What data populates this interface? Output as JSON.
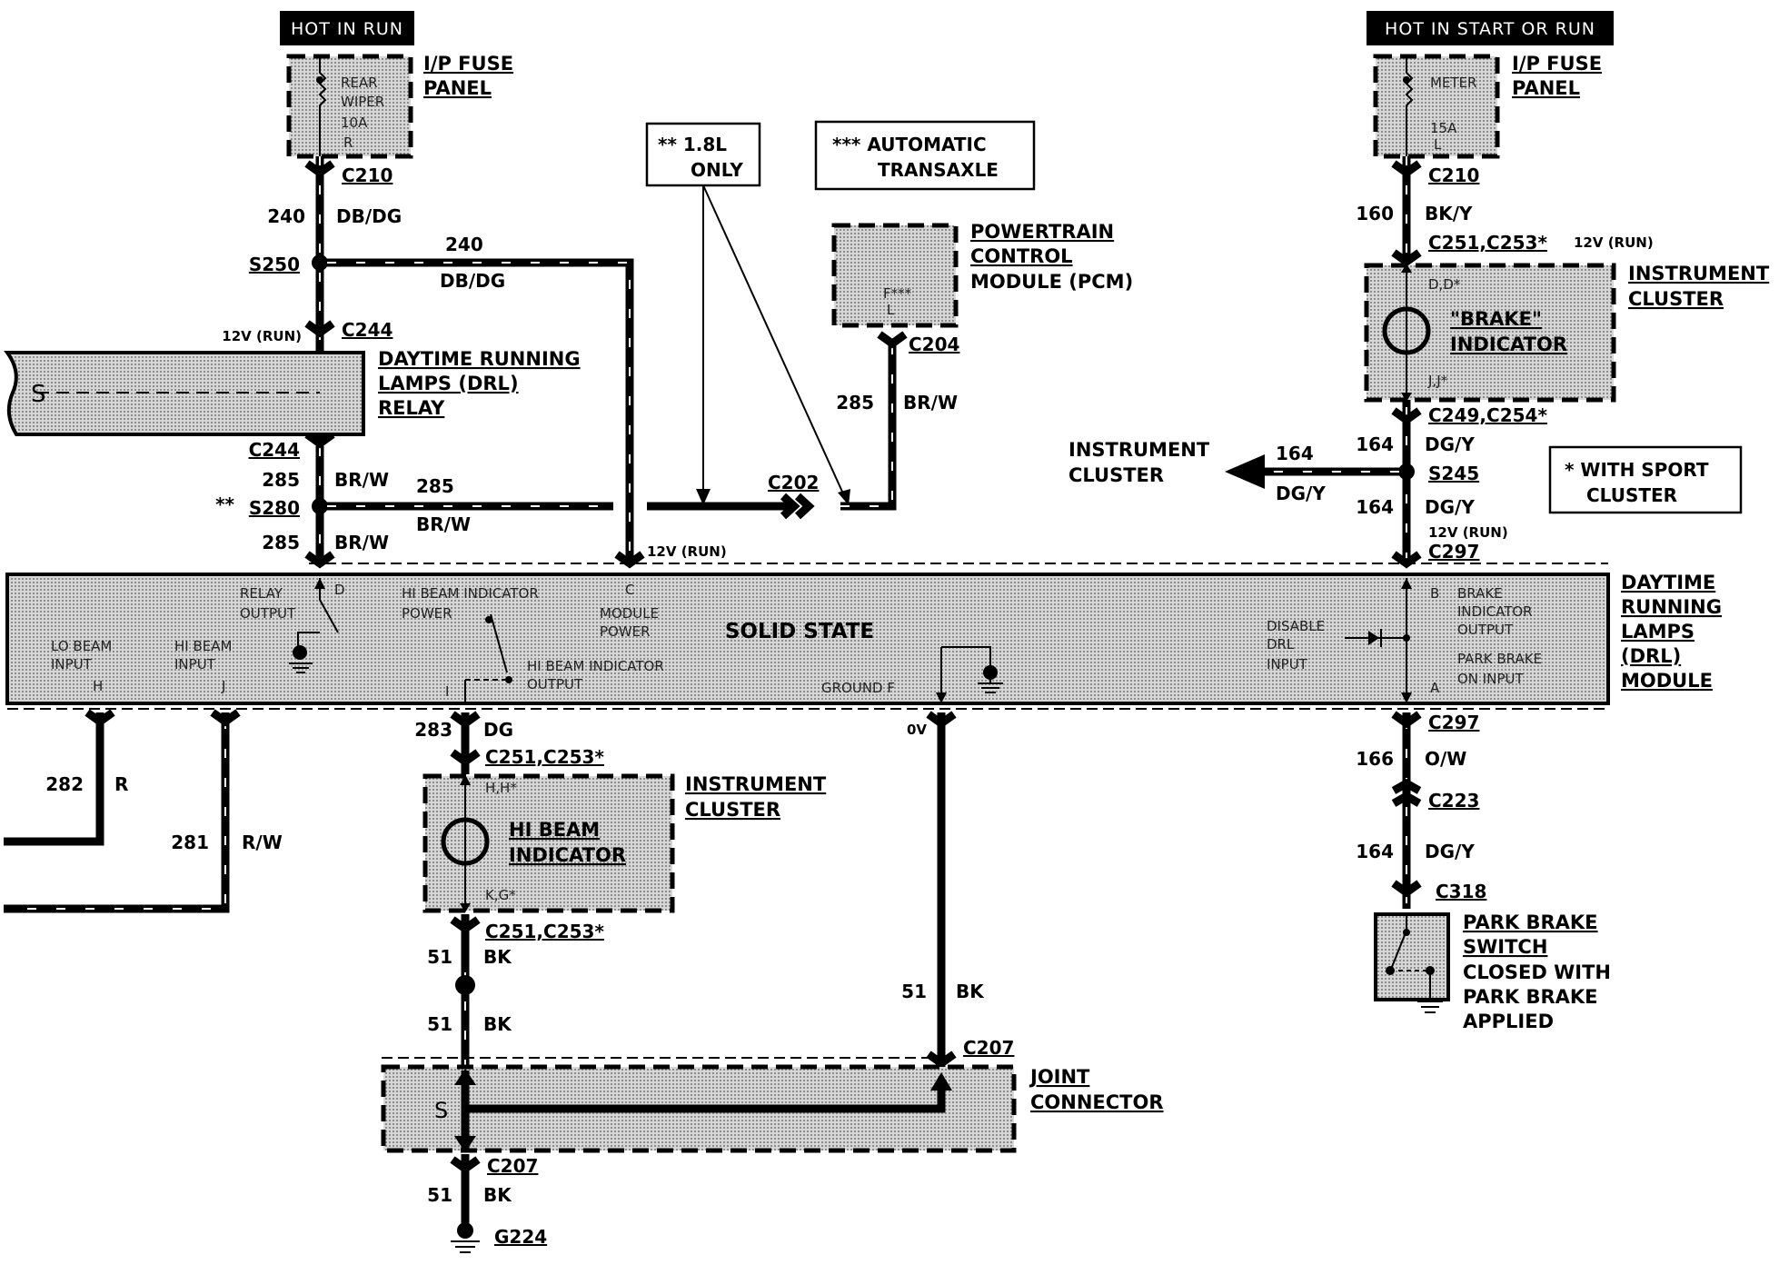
{
  "header": {
    "left_power": "HOT IN RUN",
    "right_power": "HOT IN START OR RUN"
  },
  "notes": {
    "only_18l": [
      "** 1.8L",
      "ONLY"
    ],
    "auto_transaxle": [
      "*** AUTOMATIC",
      "TRANSAXLE"
    ],
    "sport_cluster": [
      "* WITH SPORT",
      "CLUSTER"
    ]
  },
  "components": {
    "ip_fuse_left": [
      "I/P FUSE",
      "PANEL"
    ],
    "fuse_left_text": [
      "REAR",
      "WIPER",
      "10A",
      "R"
    ],
    "ip_fuse_right": [
      "I/P FUSE",
      "PANEL"
    ],
    "fuse_right_text": [
      "METER",
      "15A",
      "L"
    ],
    "pcm": [
      "POWERTRAIN",
      "CONTROL",
      "MODULE (PCM)"
    ],
    "pcm_pin": [
      "F***",
      "L"
    ],
    "drl_relay": [
      "DAYTIME RUNNING",
      "LAMPS (DRL)",
      "RELAY"
    ],
    "inst_cluster_right": [
      "INSTRUMENT",
      "CLUSTER"
    ],
    "brake_indicator": [
      "\"BRAKE\"",
      "INDICATOR"
    ],
    "brake_pins": [
      "D,D*",
      "J,J*"
    ],
    "inst_cluster_arrow": [
      "INSTRUMENT",
      "CLUSTER"
    ],
    "drl_module": [
      "DAYTIME",
      "RUNNING",
      "LAMPS",
      "(DRL)",
      "MODULE"
    ],
    "solid_state": "SOLID STATE",
    "inst_cluster_hibeam": [
      "INSTRUMENT",
      "CLUSTER"
    ],
    "hibeam_indicator": [
      "HI BEAM",
      "INDICATOR"
    ],
    "hibeam_pins": [
      "H,H*",
      "K,G*"
    ],
    "park_brake_switch": [
      "PARK BRAKE",
      "SWITCH",
      "CLOSED WITH",
      "PARK BRAKE",
      "APPLIED"
    ],
    "joint_connector": [
      "JOINT",
      "CONNECTOR"
    ],
    "ground": "G224"
  },
  "module_pins": {
    "relay_output": [
      "RELAY",
      "OUTPUT"
    ],
    "relay_pin": "D",
    "hibeam_ind_power": [
      "HI BEAM INDICATOR",
      "POWER"
    ],
    "module_power": [
      "MODULE",
      "POWER"
    ],
    "module_power_pin": "C",
    "lo_beam": [
      "LO BEAM",
      "INPUT",
      "H"
    ],
    "hi_beam": [
      "HI BEAM",
      "INPUT",
      "J"
    ],
    "hibeam_ind_output": [
      "HI BEAM INDICATOR",
      "OUTPUT"
    ],
    "hibeam_out_pin": "I",
    "ground_f": "GROUND F",
    "disable_drl": [
      "DISABLE",
      "DRL",
      "INPUT"
    ],
    "brake_ind_output": [
      "BRAKE",
      "INDICATOR",
      "OUTPUT"
    ],
    "brake_pin": "B",
    "park_brake_on": [
      "PARK BRAKE",
      "ON INPUT"
    ],
    "park_pin": "A"
  },
  "connectors": {
    "c210_l": "C210",
    "s250": "S250",
    "c244_top": "C244",
    "c244_bot": "C244",
    "s280": "S280",
    "s280_mark": "**",
    "c202": "C202",
    "c204": "C204",
    "c210_r": "C210",
    "c251_r": "C251,C253*",
    "c249": "C249,C254*",
    "s245": "S245",
    "c297_top": "C297",
    "c297_bot": "C297",
    "c223": "C223",
    "c318": "C318",
    "c251_a": "C251,C253*",
    "c251_b": "C251,C253*",
    "c207_top": "C207",
    "c207_bot": "C207"
  },
  "wires": {
    "w240a_num": "240",
    "w240a_col": "DB/DG",
    "w240b_num": "240",
    "w240b_col": "DB/DG",
    "w285a_num": "285",
    "w285a_col": "BR/W",
    "w285b_num": "285",
    "w285b_col": "BR/W",
    "w285c_num": "285",
    "w285c_col": "BR/W",
    "w285d_num": "285",
    "w285d_col": "BR/W",
    "w160_num": "160",
    "w160_col": "BK/Y",
    "w164a_num": "164",
    "w164a_col": "DG/Y",
    "w164b_num": "164",
    "w164b_col": "DG/Y",
    "w164c_num": "164",
    "w164c_col": "DG/Y",
    "w164d_num": "164",
    "w164d_col": "DG/Y",
    "w166_num": "166",
    "w166_col": "O/W",
    "w282_num": "282",
    "w282_col": "R",
    "w281_num": "281",
    "w281_col": "R/W",
    "w283_num": "283",
    "w283_col": "DG",
    "w51a_num": "51",
    "w51a_col": "BK",
    "w51b_num": "51",
    "w51b_col": "BK",
    "w51c_num": "51",
    "w51c_col": "BK",
    "w51d_num": "51",
    "w51d_col": "BK"
  },
  "voltages": {
    "v_c244": "12V (RUN)",
    "v_c251_r": "12V (RUN)",
    "v_bus": "12V (RUN)",
    "v_c297": "12V (RUN)",
    "v_ground": "0V"
  }
}
